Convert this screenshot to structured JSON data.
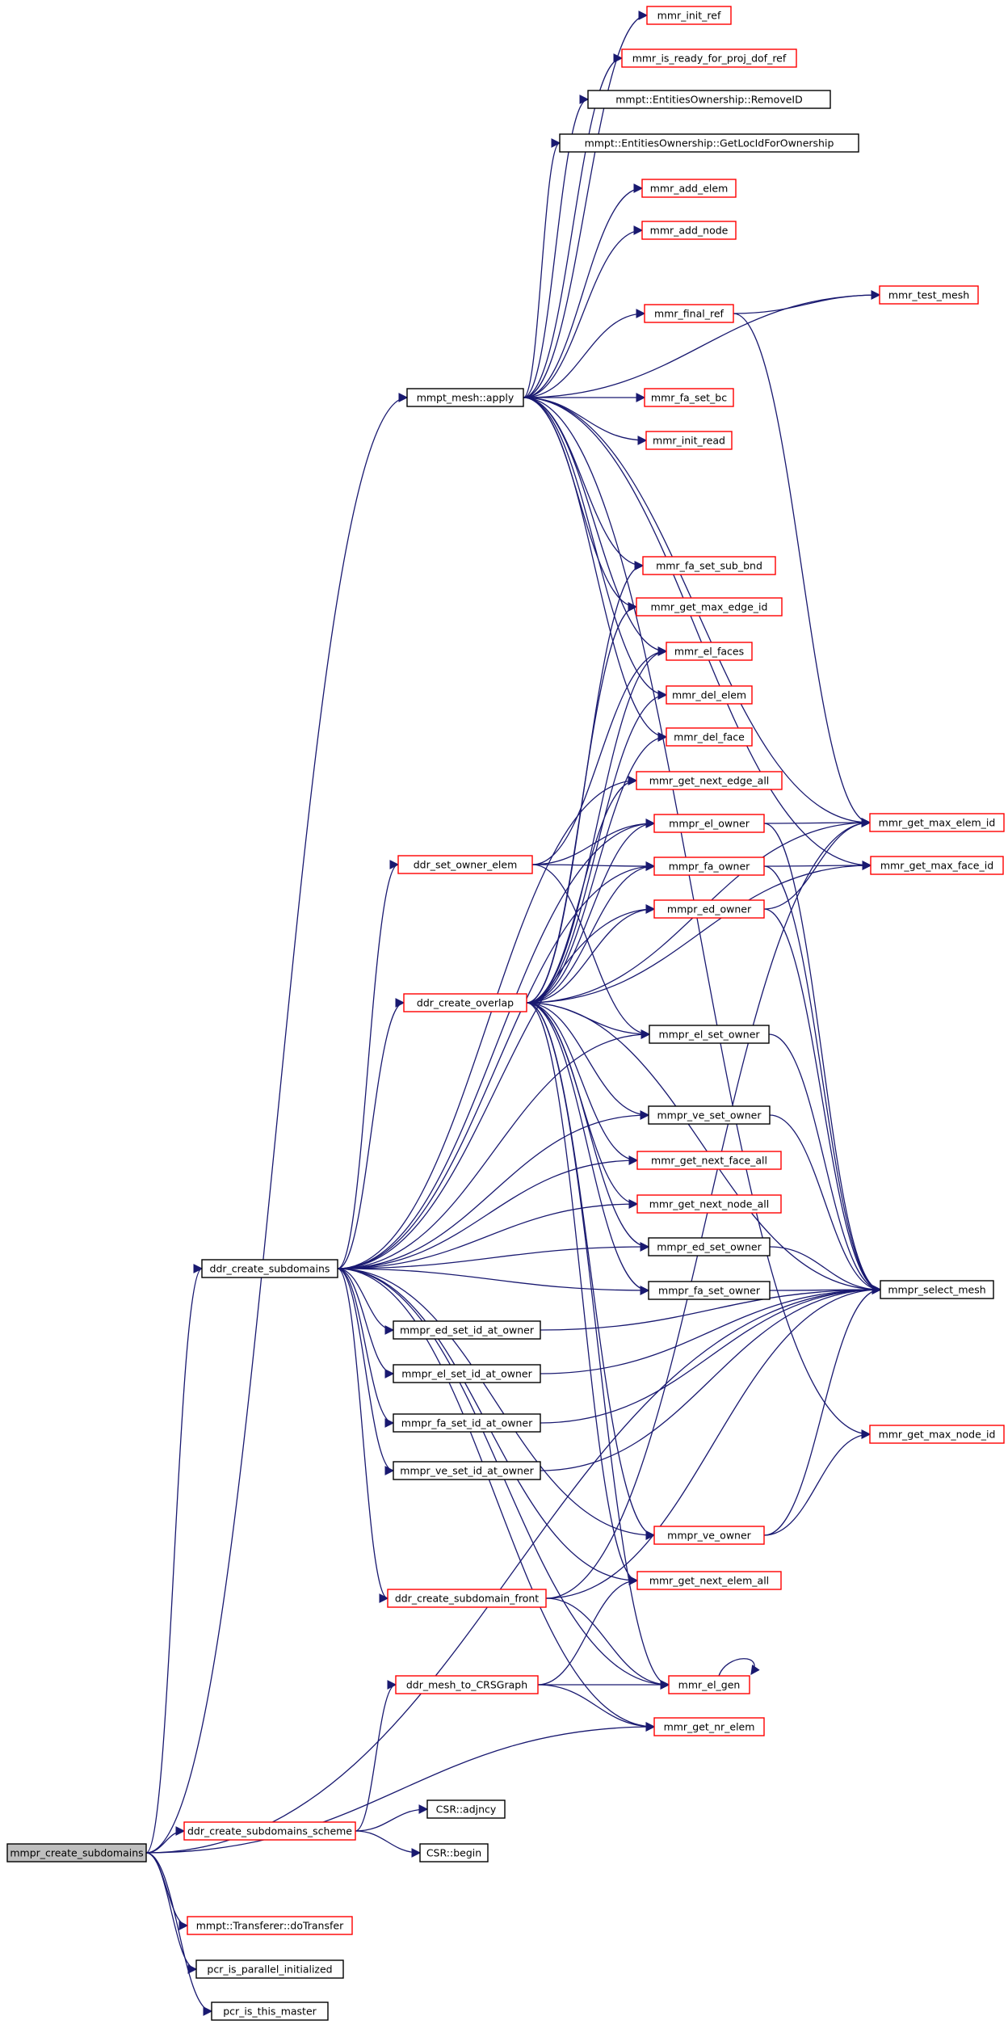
{
  "graph": {
    "edge_color": "#191970",
    "red_border": "#ff0000",
    "black_border": "#000000",
    "root_fill": "#bfbfbf",
    "nodes": [
      {
        "id": "mmpr_create_subdomains",
        "label": "mmpr_create_subdomains",
        "style": "root"
      },
      {
        "id": "ddr_create_subdomains",
        "label": "ddr_create_subdomains",
        "style": "black"
      },
      {
        "id": "mmpt_mesh_apply",
        "label": "mmpt_mesh::apply",
        "style": "black"
      },
      {
        "id": "mmr_init_ref",
        "label": "mmr_init_ref",
        "style": "red"
      },
      {
        "id": "mmr_is_ready_for_proj_dof_ref",
        "label": "mmr_is_ready_for_proj_dof_ref",
        "style": "red"
      },
      {
        "id": "removeid",
        "label": "mmpt::EntitiesOwnership::RemoveID",
        "style": "black"
      },
      {
        "id": "getlocid",
        "label": "mmpt::EntitiesOwnership::GetLocIdForOwnership",
        "style": "black"
      },
      {
        "id": "mmr_add_elem",
        "label": "mmr_add_elem",
        "style": "red"
      },
      {
        "id": "mmr_add_node",
        "label": "mmr_add_node",
        "style": "red"
      },
      {
        "id": "mmr_final_ref",
        "label": "mmr_final_ref",
        "style": "red"
      },
      {
        "id": "mmr_test_mesh",
        "label": "mmr_test_mesh",
        "style": "red"
      },
      {
        "id": "mmr_fa_set_bc",
        "label": "mmr_fa_set_bc",
        "style": "red"
      },
      {
        "id": "mmr_init_read",
        "label": "mmr_init_read",
        "style": "red"
      },
      {
        "id": "mmr_fa_set_sub_bnd",
        "label": "mmr_fa_set_sub_bnd",
        "style": "red"
      },
      {
        "id": "mmr_get_max_edge_id",
        "label": "mmr_get_max_edge_id",
        "style": "red"
      },
      {
        "id": "mmr_el_faces",
        "label": "mmr_el_faces",
        "style": "red"
      },
      {
        "id": "mmr_del_elem",
        "label": "mmr_del_elem",
        "style": "red"
      },
      {
        "id": "mmr_del_face",
        "label": "mmr_del_face",
        "style": "red"
      },
      {
        "id": "mmr_get_next_edge_all",
        "label": "mmr_get_next_edge_all",
        "style": "red"
      },
      {
        "id": "mmpr_el_owner",
        "label": "mmpr_el_owner",
        "style": "red"
      },
      {
        "id": "ddr_set_owner_elem",
        "label": "ddr_set_owner_elem",
        "style": "red"
      },
      {
        "id": "mmpr_fa_owner",
        "label": "mmpr_fa_owner",
        "style": "red"
      },
      {
        "id": "mmr_get_max_elem_id",
        "label": "mmr_get_max_elem_id",
        "style": "red"
      },
      {
        "id": "mmr_get_max_face_id",
        "label": "mmr_get_max_face_id",
        "style": "red"
      },
      {
        "id": "mmpr_ed_owner",
        "label": "mmpr_ed_owner",
        "style": "red"
      },
      {
        "id": "ddr_create_overlap",
        "label": "ddr_create_overlap",
        "style": "red"
      },
      {
        "id": "mmpr_el_set_owner",
        "label": "mmpr_el_set_owner",
        "style": "black"
      },
      {
        "id": "mmpr_ve_set_owner",
        "label": "mmpr_ve_set_owner",
        "style": "black"
      },
      {
        "id": "mmr_get_next_face_all",
        "label": "mmr_get_next_face_all",
        "style": "red"
      },
      {
        "id": "mmr_get_next_node_all",
        "label": "mmr_get_next_node_all",
        "style": "red"
      },
      {
        "id": "mmpr_ed_set_owner",
        "label": "mmpr_ed_set_owner",
        "style": "black"
      },
      {
        "id": "mmpr_fa_set_owner",
        "label": "mmpr_fa_set_owner",
        "style": "black"
      },
      {
        "id": "mmpr_select_mesh",
        "label": "mmpr_select_mesh",
        "style": "black"
      },
      {
        "id": "mmpr_ed_set_id_at_owner",
        "label": "mmpr_ed_set_id_at_owner",
        "style": "black"
      },
      {
        "id": "mmpr_el_set_id_at_owner",
        "label": "mmpr_el_set_id_at_owner",
        "style": "black"
      },
      {
        "id": "mmpr_fa_set_id_at_owner",
        "label": "mmpr_fa_set_id_at_owner",
        "style": "black"
      },
      {
        "id": "mmr_get_max_node_id",
        "label": "mmr_get_max_node_id",
        "style": "red"
      },
      {
        "id": "mmpr_ve_set_id_at_owner",
        "label": "mmpr_ve_set_id_at_owner",
        "style": "black"
      },
      {
        "id": "mmpr_ve_owner",
        "label": "mmpr_ve_owner",
        "style": "red"
      },
      {
        "id": "ddr_create_subdomain_front",
        "label": "ddr_create_subdomain_front",
        "style": "red"
      },
      {
        "id": "mmr_get_next_elem_all",
        "label": "mmr_get_next_elem_all",
        "style": "red"
      },
      {
        "id": "ddr_mesh_to_CRSGraph",
        "label": "ddr_mesh_to_CRSGraph",
        "style": "red"
      },
      {
        "id": "mmr_el_gen",
        "label": "mmr_el_gen",
        "style": "red"
      },
      {
        "id": "mmr_get_nr_elem",
        "label": "mmr_get_nr_elem",
        "style": "red"
      },
      {
        "id": "ddr_create_subdomains_scheme",
        "label": "ddr_create_subdomains_scheme",
        "style": "red"
      },
      {
        "id": "csr_adjncy",
        "label": "CSR::adjncy",
        "style": "black"
      },
      {
        "id": "csr_begin",
        "label": "CSR::begin",
        "style": "black"
      },
      {
        "id": "dotransfer",
        "label": "mmpt::Transferer::doTransfer",
        "style": "red"
      },
      {
        "id": "pcr_is_parallel_initialized",
        "label": "pcr_is_parallel_initialized",
        "style": "black"
      },
      {
        "id": "pcr_is_this_master",
        "label": "pcr_is_this_master",
        "style": "black"
      }
    ],
    "edges": [
      [
        "mmpr_create_subdomains",
        "mmpt_mesh_apply"
      ],
      [
        "mmpr_create_subdomains",
        "ddr_create_subdomains"
      ],
      [
        "mmpr_create_subdomains",
        "ddr_create_subdomains_scheme"
      ],
      [
        "mmpr_create_subdomains",
        "mmr_get_nr_elem"
      ],
      [
        "mmpr_create_subdomains",
        "mmpr_select_mesh"
      ],
      [
        "mmpr_create_subdomains",
        "dotransfer"
      ],
      [
        "mmpr_create_subdomains",
        "pcr_is_parallel_initialized"
      ],
      [
        "mmpr_create_subdomains",
        "pcr_is_this_master"
      ],
      [
        "mmpt_mesh_apply",
        "mmr_init_ref"
      ],
      [
        "mmpt_mesh_apply",
        "mmr_is_ready_for_proj_dof_ref"
      ],
      [
        "mmpt_mesh_apply",
        "removeid"
      ],
      [
        "mmpt_mesh_apply",
        "getlocid"
      ],
      [
        "mmpt_mesh_apply",
        "mmr_add_elem"
      ],
      [
        "mmpt_mesh_apply",
        "mmr_add_node"
      ],
      [
        "mmpt_mesh_apply",
        "mmr_final_ref"
      ],
      [
        "mmpt_mesh_apply",
        "mmr_test_mesh"
      ],
      [
        "mmpt_mesh_apply",
        "mmr_fa_set_bc"
      ],
      [
        "mmpt_mesh_apply",
        "mmr_init_read"
      ],
      [
        "mmpt_mesh_apply",
        "mmr_fa_set_sub_bnd"
      ],
      [
        "mmpt_mesh_apply",
        "mmr_get_max_edge_id"
      ],
      [
        "mmpt_mesh_apply",
        "mmr_el_faces"
      ],
      [
        "mmpt_mesh_apply",
        "mmr_del_elem"
      ],
      [
        "mmpt_mesh_apply",
        "mmr_del_face"
      ],
      [
        "mmpt_mesh_apply",
        "mmr_get_max_elem_id"
      ],
      [
        "mmpt_mesh_apply",
        "mmr_get_max_face_id"
      ],
      [
        "mmpt_mesh_apply",
        "mmr_get_max_node_id"
      ],
      [
        "mmr_final_ref",
        "mmr_test_mesh"
      ],
      [
        "mmr_final_ref",
        "mmr_get_max_elem_id"
      ],
      [
        "ddr_create_subdomains",
        "mmr_get_next_edge_all"
      ],
      [
        "ddr_create_subdomains",
        "mmpr_el_owner"
      ],
      [
        "ddr_create_subdomains",
        "ddr_set_owner_elem"
      ],
      [
        "ddr_create_subdomains",
        "mmpr_fa_owner"
      ],
      [
        "ddr_create_subdomains",
        "mmpr_ed_owner"
      ],
      [
        "ddr_create_subdomains",
        "ddr_create_overlap"
      ],
      [
        "ddr_create_subdomains",
        "mmpr_el_set_owner"
      ],
      [
        "ddr_create_subdomains",
        "mmpr_ve_set_owner"
      ],
      [
        "ddr_create_subdomains",
        "mmr_get_next_face_all"
      ],
      [
        "ddr_create_subdomains",
        "mmr_get_next_node_all"
      ],
      [
        "ddr_create_subdomains",
        "mmpr_ed_set_owner"
      ],
      [
        "ddr_create_subdomains",
        "mmpr_fa_set_owner"
      ],
      [
        "ddr_create_subdomains",
        "mmpr_ed_set_id_at_owner"
      ],
      [
        "ddr_create_subdomains",
        "mmpr_el_set_id_at_owner"
      ],
      [
        "ddr_create_subdomains",
        "mmpr_fa_set_id_at_owner"
      ],
      [
        "ddr_create_subdomains",
        "mmpr_ve_set_id_at_owner"
      ],
      [
        "ddr_create_subdomains",
        "mmpr_ve_owner"
      ],
      [
        "ddr_create_subdomains",
        "ddr_create_subdomain_front"
      ],
      [
        "ddr_create_subdomains",
        "mmr_get_next_elem_all"
      ],
      [
        "ddr_create_subdomains",
        "mmr_el_gen"
      ],
      [
        "ddr_create_subdomains",
        "mmr_get_nr_elem"
      ],
      [
        "ddr_set_owner_elem",
        "mmr_el_faces"
      ],
      [
        "ddr_set_owner_elem",
        "mmpr_el_owner"
      ],
      [
        "ddr_set_owner_elem",
        "mmpr_fa_owner"
      ],
      [
        "ddr_set_owner_elem",
        "mmpr_el_set_owner"
      ],
      [
        "ddr_create_overlap",
        "mmr_fa_set_sub_bnd"
      ],
      [
        "ddr_create_overlap",
        "mmr_get_max_edge_id"
      ],
      [
        "ddr_create_overlap",
        "mmr_el_faces"
      ],
      [
        "ddr_create_overlap",
        "mmr_del_elem"
      ],
      [
        "ddr_create_overlap",
        "mmr_del_face"
      ],
      [
        "ddr_create_overlap",
        "mmr_get_next_edge_all"
      ],
      [
        "ddr_create_overlap",
        "mmpr_el_owner"
      ],
      [
        "ddr_create_overlap",
        "mmpr_fa_owner"
      ],
      [
        "ddr_create_overlap",
        "mmpr_ed_owner"
      ],
      [
        "ddr_create_overlap",
        "mmr_get_max_elem_id"
      ],
      [
        "ddr_create_overlap",
        "mmr_get_max_face_id"
      ],
      [
        "ddr_create_overlap",
        "mmpr_el_set_owner"
      ],
      [
        "ddr_create_overlap",
        "mmpr_ve_set_owner"
      ],
      [
        "ddr_create_overlap",
        "mmr_get_next_face_all"
      ],
      [
        "ddr_create_overlap",
        "mmr_get_next_node_all"
      ],
      [
        "ddr_create_overlap",
        "mmpr_ed_set_owner"
      ],
      [
        "ddr_create_overlap",
        "mmpr_fa_set_owner"
      ],
      [
        "ddr_create_overlap",
        "mmpr_select_mesh"
      ],
      [
        "ddr_create_overlap",
        "mmpr_ve_owner"
      ],
      [
        "ddr_create_overlap",
        "mmr_get_next_elem_all"
      ],
      [
        "ddr_create_overlap",
        "mmr_el_gen"
      ],
      [
        "mmpr_el_owner",
        "mmr_get_max_elem_id"
      ],
      [
        "mmpr_el_owner",
        "mmpr_select_mesh"
      ],
      [
        "mmpr_fa_owner",
        "mmr_get_max_face_id"
      ],
      [
        "mmpr_fa_owner",
        "mmpr_select_mesh"
      ],
      [
        "mmpr_ed_owner",
        "mmr_get_max_elem_id"
      ],
      [
        "mmpr_ed_owner",
        "mmpr_select_mesh"
      ],
      [
        "mmpr_el_set_owner",
        "mmpr_select_mesh"
      ],
      [
        "mmpr_ve_set_owner",
        "mmpr_select_mesh"
      ],
      [
        "mmpr_ed_set_owner",
        "mmpr_select_mesh"
      ],
      [
        "mmpr_fa_set_owner",
        "mmpr_select_mesh"
      ],
      [
        "mmpr_ed_set_id_at_owner",
        "mmpr_select_mesh"
      ],
      [
        "mmpr_el_set_id_at_owner",
        "mmpr_select_mesh"
      ],
      [
        "mmpr_fa_set_id_at_owner",
        "mmpr_select_mesh"
      ],
      [
        "mmpr_ve_set_id_at_owner",
        "mmpr_select_mesh"
      ],
      [
        "mmpr_ve_owner",
        "mmr_get_max_node_id"
      ],
      [
        "mmpr_ve_owner",
        "mmpr_select_mesh"
      ],
      [
        "ddr_create_subdomain_front",
        "mmr_get_max_elem_id"
      ],
      [
        "ddr_create_subdomain_front",
        "mmr_el_gen"
      ],
      [
        "ddr_create_subdomain_front",
        "mmpr_select_mesh"
      ],
      [
        "ddr_create_subdomains_scheme",
        "ddr_mesh_to_CRSGraph"
      ],
      [
        "ddr_create_subdomains_scheme",
        "csr_adjncy"
      ],
      [
        "ddr_create_subdomains_scheme",
        "csr_begin"
      ],
      [
        "ddr_mesh_to_CRSGraph",
        "mmr_get_next_elem_all"
      ],
      [
        "ddr_mesh_to_CRSGraph",
        "mmr_el_gen"
      ],
      [
        "ddr_mesh_to_CRSGraph",
        "mmr_get_nr_elem"
      ],
      [
        "mmr_el_gen",
        "mmr_el_gen"
      ]
    ]
  }
}
